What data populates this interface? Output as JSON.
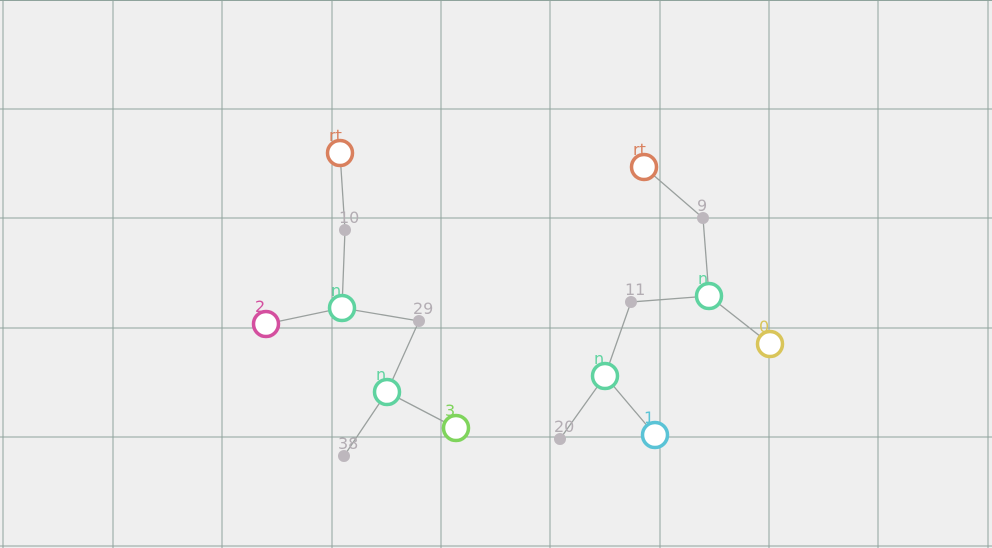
{
  "colors": {
    "background": "#efefef",
    "grid": "#8fa39c",
    "edge": "#9aa09e",
    "junction": "#bdb7bd",
    "junction_label": "#b3adb3",
    "root": "#d9805e",
    "internal": "#5fd3a0",
    "pink": "#d44f9f",
    "green": "#7fd45c",
    "yellow": "#d9c55a",
    "blue": "#5ac3d6"
  },
  "trees": [
    {
      "nodes": [
        {
          "id": "root",
          "label": "rt",
          "color": "root"
        },
        {
          "id": "n1",
          "label": "n",
          "color": "internal"
        },
        {
          "id": "n2",
          "label": "n",
          "color": "internal"
        },
        {
          "id": "leaf2",
          "label": "2",
          "color": "pink"
        },
        {
          "id": "leaf3",
          "label": "3",
          "color": "green"
        }
      ],
      "junctions": [
        {
          "id": "j10",
          "label": "10"
        },
        {
          "id": "j29",
          "label": "29"
        },
        {
          "id": "j38",
          "label": "38"
        }
      ],
      "edges": [
        [
          "root",
          "j10"
        ],
        [
          "j10",
          "n1"
        ],
        [
          "n1",
          "leaf2"
        ],
        [
          "n1",
          "j29"
        ],
        [
          "j29",
          "n2"
        ],
        [
          "n2",
          "leaf3"
        ],
        [
          "n2",
          "j38"
        ]
      ]
    },
    {
      "nodes": [
        {
          "id": "root",
          "label": "rt",
          "color": "root"
        },
        {
          "id": "n1",
          "label": "n",
          "color": "internal"
        },
        {
          "id": "n2",
          "label": "n",
          "color": "internal"
        },
        {
          "id": "leaf0",
          "label": "0",
          "color": "yellow"
        },
        {
          "id": "leaf1",
          "label": "1",
          "color": "blue"
        }
      ],
      "junctions": [
        {
          "id": "j9",
          "label": "9"
        },
        {
          "id": "j11",
          "label": "11"
        },
        {
          "id": "j20",
          "label": "20"
        }
      ],
      "edges": [
        [
          "root",
          "j9"
        ],
        [
          "j9",
          "n1"
        ],
        [
          "n1",
          "leaf0"
        ],
        [
          "n1",
          "j11"
        ],
        [
          "j11",
          "n2"
        ],
        [
          "n2",
          "leaf1"
        ],
        [
          "n2",
          "j20"
        ]
      ]
    }
  ]
}
